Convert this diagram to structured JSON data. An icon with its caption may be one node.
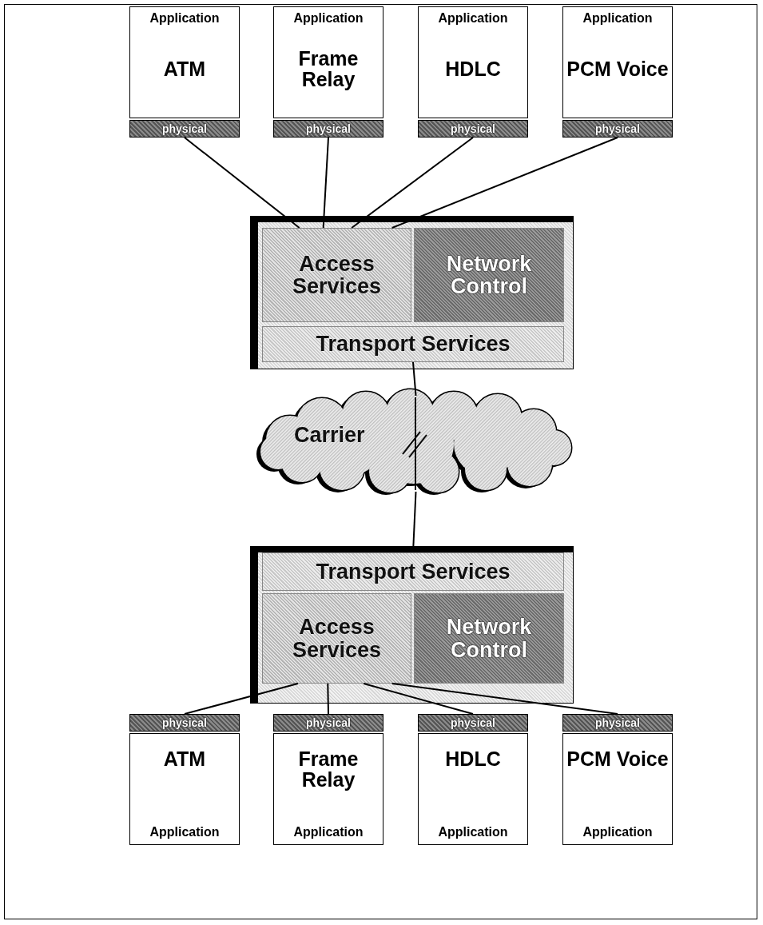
{
  "diagram": {
    "nodes": [
      {
        "text": [
          "Application",
          "ATM"
        ]
      },
      {
        "text": [
          "Application",
          "Frame Relay"
        ]
      },
      {
        "text": [
          "Application",
          "HDLC"
        ]
      },
      {
        "text": [
          "Application",
          "PCM Voice"
        ]
      },
      {
        "text": [
          "physical"
        ]
      },
      {
        "text": [
          "physical"
        ]
      },
      {
        "text": [
          "physical"
        ]
      },
      {
        "text": [
          "physical"
        ]
      },
      {
        "text": [],
        "shape": "box"
      },
      {
        "text": [
          "Access Services"
        ],
        "in": 8
      },
      {
        "text": [
          "Network Control"
        ],
        "in": 8
      },
      {
        "text": [
          "Transport Services"
        ],
        "in": 8
      },
      {
        "text": [
          "Carrier"
        ]
      },
      {
        "text": [],
        "shape": "box"
      },
      {
        "text": [
          "Transport Services"
        ],
        "in": 13
      },
      {
        "text": [
          "Access Services"
        ],
        "in": 13
      },
      {
        "text": [
          "Network Control"
        ],
        "in": 13
      },
      {
        "text": [
          "physical"
        ]
      },
      {
        "text": [
          "physical"
        ]
      },
      {
        "text": [
          "physical"
        ]
      },
      {
        "text": [
          "physical"
        ]
      },
      {
        "text": [
          "ATM",
          "Application"
        ]
      },
      {
        "text": [
          "Frame Relay",
          "Application"
        ]
      },
      {
        "text": [
          "HDLC",
          "Application"
        ]
      },
      {
        "text": [
          "PCM Voice",
          "Application"
        ]
      }
    ],
    "edges": [
      {
        "from": 4,
        "to": 9,
        "arrow": "none"
      },
      {
        "from": 5,
        "to": 9,
        "arrow": "none"
      },
      {
        "from": 6,
        "to": 9,
        "arrow": "none"
      },
      {
        "from": 7,
        "to": 9,
        "arrow": "none"
      },
      {
        "from": 11,
        "to": 12,
        "arrow": "none"
      },
      {
        "from": 12,
        "to": 14,
        "arrow": "none"
      },
      {
        "from": 15,
        "to": 17,
        "arrow": "none"
      },
      {
        "from": 15,
        "to": 18,
        "arrow": "none"
      },
      {
        "from": 15,
        "to": 19,
        "arrow": "none"
      },
      {
        "from": 15,
        "to": 20,
        "arrow": "none"
      }
    ]
  }
}
